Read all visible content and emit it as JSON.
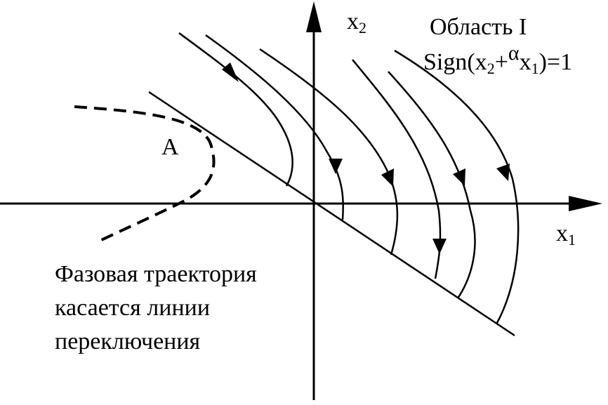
{
  "labels": {
    "x2_var": "x",
    "x2_sub": "2",
    "x1_var": "x",
    "x1_sub": "1",
    "region_title": "Область I",
    "sign_prefix": "Sign(x",
    "sign_sub2": "2",
    "sign_plus": "+",
    "sign_alpha": "α",
    "sign_x": "x",
    "sign_sub1": "1",
    "sign_suffix": ")=1",
    "point_a": "A",
    "note_line1": "Фазовая траектория",
    "note_line2": "касается линии",
    "note_line3": "переключения"
  },
  "colors": {
    "ink": "#000000",
    "background": "#ffffff"
  }
}
